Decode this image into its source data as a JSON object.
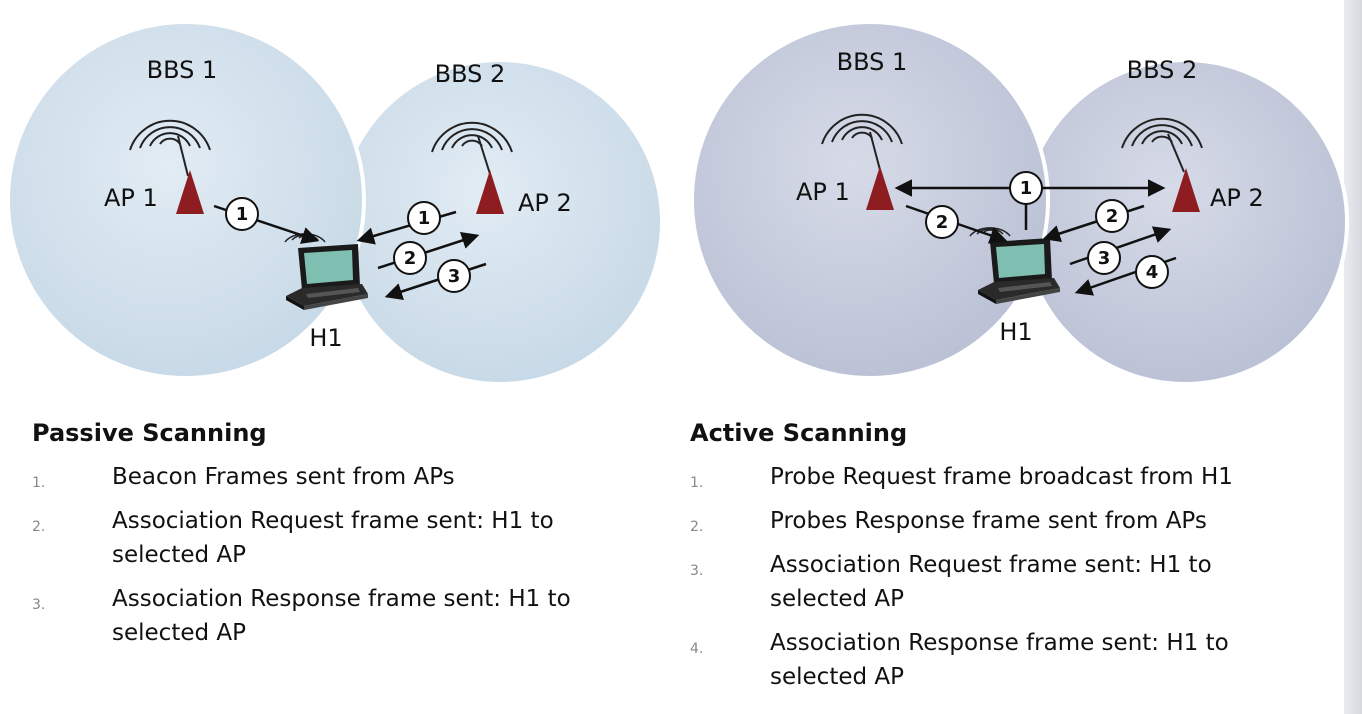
{
  "passive": {
    "diagram": {
      "bss1": "BBS 1",
      "bss2": "BBS 2",
      "ap1": "AP 1",
      "ap2": "AP 2",
      "host": "H1",
      "step_labels": [
        "1",
        "1",
        "2",
        "3"
      ]
    },
    "heading": "Passive Scanning",
    "steps": [
      {
        "num": "1.",
        "text": "Beacon Frames sent from APs"
      },
      {
        "num": "2.",
        "text": "Association Request frame sent: H1 to selected AP"
      },
      {
        "num": "3.",
        "text": "Association Response frame sent: H1 to selected AP"
      }
    ]
  },
  "active": {
    "diagram": {
      "bss1": "BBS 1",
      "bss2": "BBS 2",
      "ap1": "AP 1",
      "ap2": "AP 2",
      "host": "H1",
      "step_labels": [
        "1",
        "2",
        "2",
        "3",
        "4"
      ]
    },
    "heading": "Active Scanning",
    "steps": [
      {
        "num": "1.",
        "text": "Probe Request frame broadcast from H1"
      },
      {
        "num": "2.",
        "text": "Probes Response frame sent from APs"
      },
      {
        "num": "3.",
        "text": "Association Request frame sent: H1 to selected AP"
      },
      {
        "num": "4.",
        "text": "Association Response frame sent: H1 to selected AP"
      }
    ]
  },
  "colors": {
    "passive_circle": "#d3e2ee",
    "active_circle": "#c7cddf",
    "antenna": "#8e1d22"
  },
  "icons": [
    "wifi-signal-icon",
    "ap-antenna-icon",
    "laptop-icon"
  ]
}
